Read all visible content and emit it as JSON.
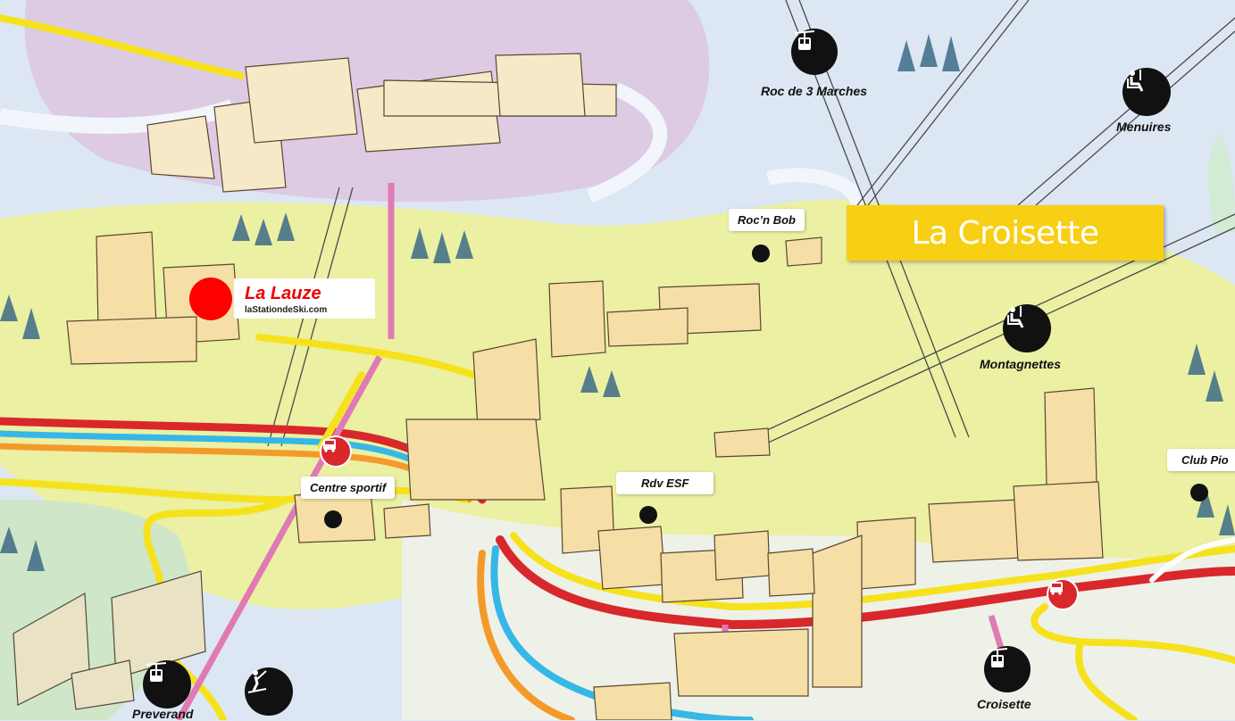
{
  "title": "La Croisette",
  "resort": {
    "name": "La Lauze",
    "website": "laStationdeSki.com",
    "marker_color": "#ff0000"
  },
  "points_of_interest": [
    {
      "id": "rocnbob",
      "label": "Roc’n Bob"
    },
    {
      "id": "centre",
      "label": "Centre sportif"
    },
    {
      "id": "esf",
      "label": "Rdv ESF"
    },
    {
      "id": "club",
      "label": "Club Pio"
    }
  ],
  "lifts": [
    {
      "id": "roc3",
      "name": "Roc de 3 Marches",
      "icon": "gondola-icon"
    },
    {
      "id": "menuires",
      "name": "Menuires",
      "icon": "chairlift-icon"
    },
    {
      "id": "montagnettes",
      "name": "Montagnettes",
      "icon": "chairlift-icon"
    },
    {
      "id": "croisette",
      "name": "Croisette",
      "icon": "gondola-icon"
    },
    {
      "id": "preverand",
      "name": "Preverand",
      "icon": "gondola-icon"
    },
    {
      "id": "skilift",
      "name": "",
      "icon": "ski-lift-icon"
    }
  ],
  "bus_stops": [
    {
      "id": "bus-left",
      "icon": "bus-icon"
    },
    {
      "id": "bus-right",
      "icon": "bus-icon"
    }
  ],
  "colors": {
    "banner": "#f7cf14",
    "bus_line_red": "#d8282c",
    "bus_line_yellow": "#f5e21c",
    "bus_line_blue": "#35b7e8",
    "bus_line_orange": "#f49a2a",
    "gondola_pink": "#e07ab4",
    "snow": "#f3f5ea",
    "meadow": "#e9ef9a",
    "lavender": "#d9c8e3",
    "water_blue": "#cbdcf0"
  }
}
